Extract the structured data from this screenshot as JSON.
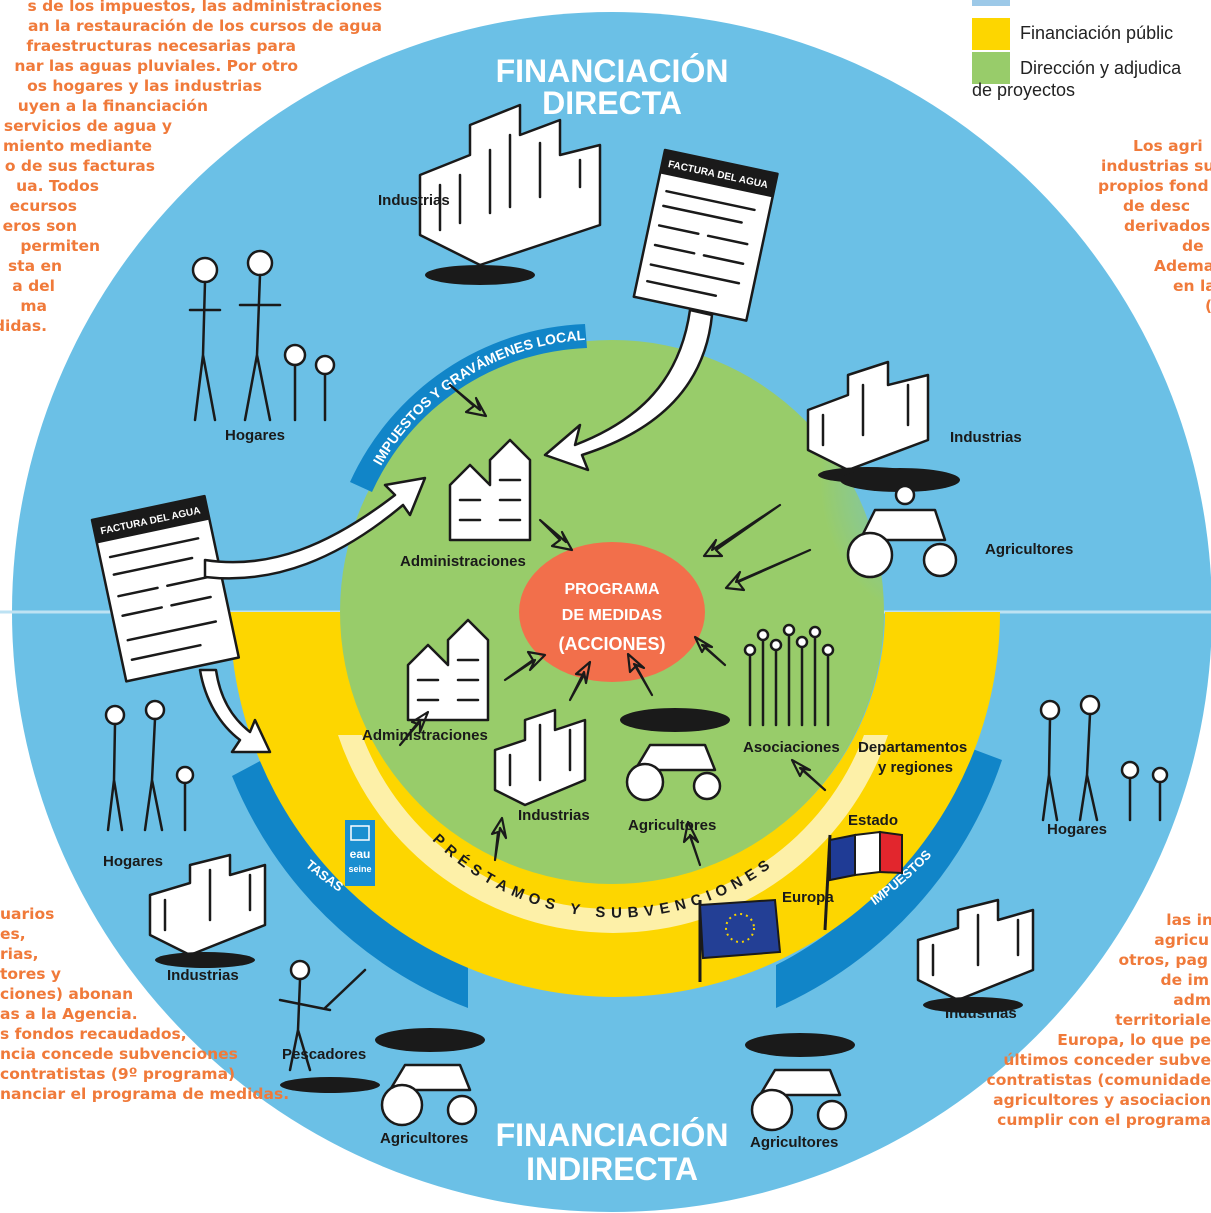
{
  "colors": {
    "outer_ring": "#6bc0e6",
    "inner_circle": "#98cc6a",
    "yellow_band": "#fdd600",
    "dark_band": "#1185c8",
    "center_oval": "#f26f4b",
    "text_orange": "#f07a3a",
    "legend_blue": "#9dc9e8",
    "legend_yellow": "#fdd600",
    "legend_green": "#98cc6a"
  },
  "legend": {
    "items": [
      {
        "label": "Financiación públic",
        "color": "#fdd600"
      },
      {
        "label": "Dirección y adjudica",
        "label2": "de proyectos",
        "color": "#98cc6a"
      }
    ]
  },
  "titles": {
    "direct_line1": "FINANCIACIÓN",
    "direct_line2": "DIRECTA",
    "indirect_line1": "FINANCIACIÓN",
    "indirect_line2": "INDIRECTA"
  },
  "center": {
    "line1": "PROGRAMA",
    "line2": "DE MEDIDAS",
    "line3": "(ACCIONES)"
  },
  "bands": {
    "impuestos_locales": "IMPUESTOS Y GRAVÁMENES LOCALES",
    "prestamos": "PRÉSTAMOS Y SUBVENCIONES",
    "tasas": "TASAS",
    "impuestos": "IMPUESTOS"
  },
  "actors": {
    "industrias_top": "Industrias",
    "hogares_top": "Hogares",
    "administraciones_upper": "Administraciones",
    "industrias_right": "Industrias",
    "agricultores_right": "Agricultores",
    "administraciones_lower": "Administraciones",
    "industrias_inner": "Industrias",
    "agricultores_inner": "Agricultores",
    "asociaciones": "Asociaciones",
    "departamentos": "Departamentos",
    "regiones": "y regiones",
    "estado": "Estado",
    "europa": "Europa",
    "hogares_left": "Hogares",
    "industrias_left": "Industrias",
    "pescadores": "Pescadores",
    "agricultores_bottom_left": "Agricultores",
    "hogares_right": "Hogares",
    "industrias_bottom_right": "Industrias",
    "agricultores_bottom_right": "Agricultores"
  },
  "doc_title": "FACTURA DEL AGUA",
  "logo_text": "eau seine",
  "top_left_text": [
    "s de los impuestos, las administraciones",
    "an la restauración de los cursos de agua",
    "fraestructuras necesarias para",
    "nar las aguas pluviales. Por otro",
    "os hogares y las industrias",
    "uyen a la financiación",
    "servicios de agua y",
    "miento mediante",
    "o de sus facturas",
    "ua. Todos",
    "ecursos",
    "eros son",
    "permiten",
    "sta en",
    "a del",
    "ma",
    "didas."
  ],
  "top_right_text": [
    "Los agri",
    "industrias sufr",
    "propios fond",
    "de desc",
    "derivados",
    "de",
    "Adema",
    "en la",
    "("
  ],
  "bottom_left_text": [
    "uarios",
    "es,",
    "rias,",
    "tores y",
    "ciones) abonan",
    "as a la Agencia.",
    "s fondos recaudados,",
    "ncia concede subvenciones",
    "contratistas (9º programa)",
    "nanciar el programa de medidas."
  ],
  "bottom_right_text": [
    "las in",
    "agricu",
    "otros, pag",
    "de im",
    "adm",
    "territoriale",
    "Europa, lo que pe",
    "últimos conceder subve",
    "contratistas (comunidade",
    "agricultores y asociacion",
    "cumplir con el  programa"
  ]
}
